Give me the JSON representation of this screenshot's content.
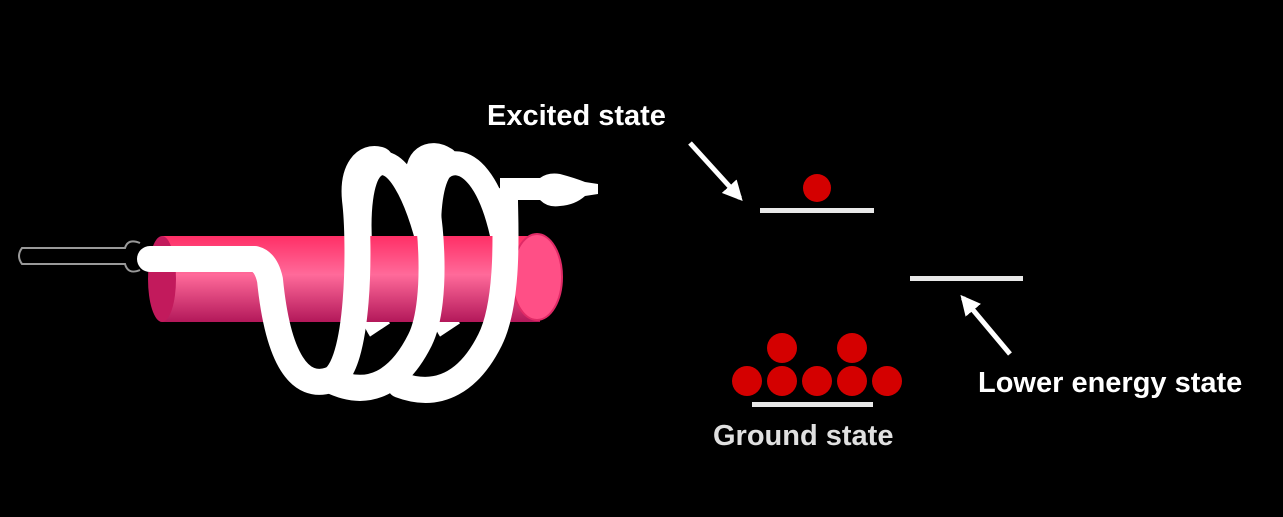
{
  "labels": {
    "excited": "Excited state",
    "lower": "Lower energy state",
    "ground": "Ground state"
  },
  "populations": {
    "excited": 1,
    "lower": 0,
    "ground": 7
  },
  "colors": {
    "background": "#000000",
    "atom": "#d40000",
    "rod": "#f0306a",
    "coil": "#ffffff",
    "level": "#e8e8e8"
  }
}
